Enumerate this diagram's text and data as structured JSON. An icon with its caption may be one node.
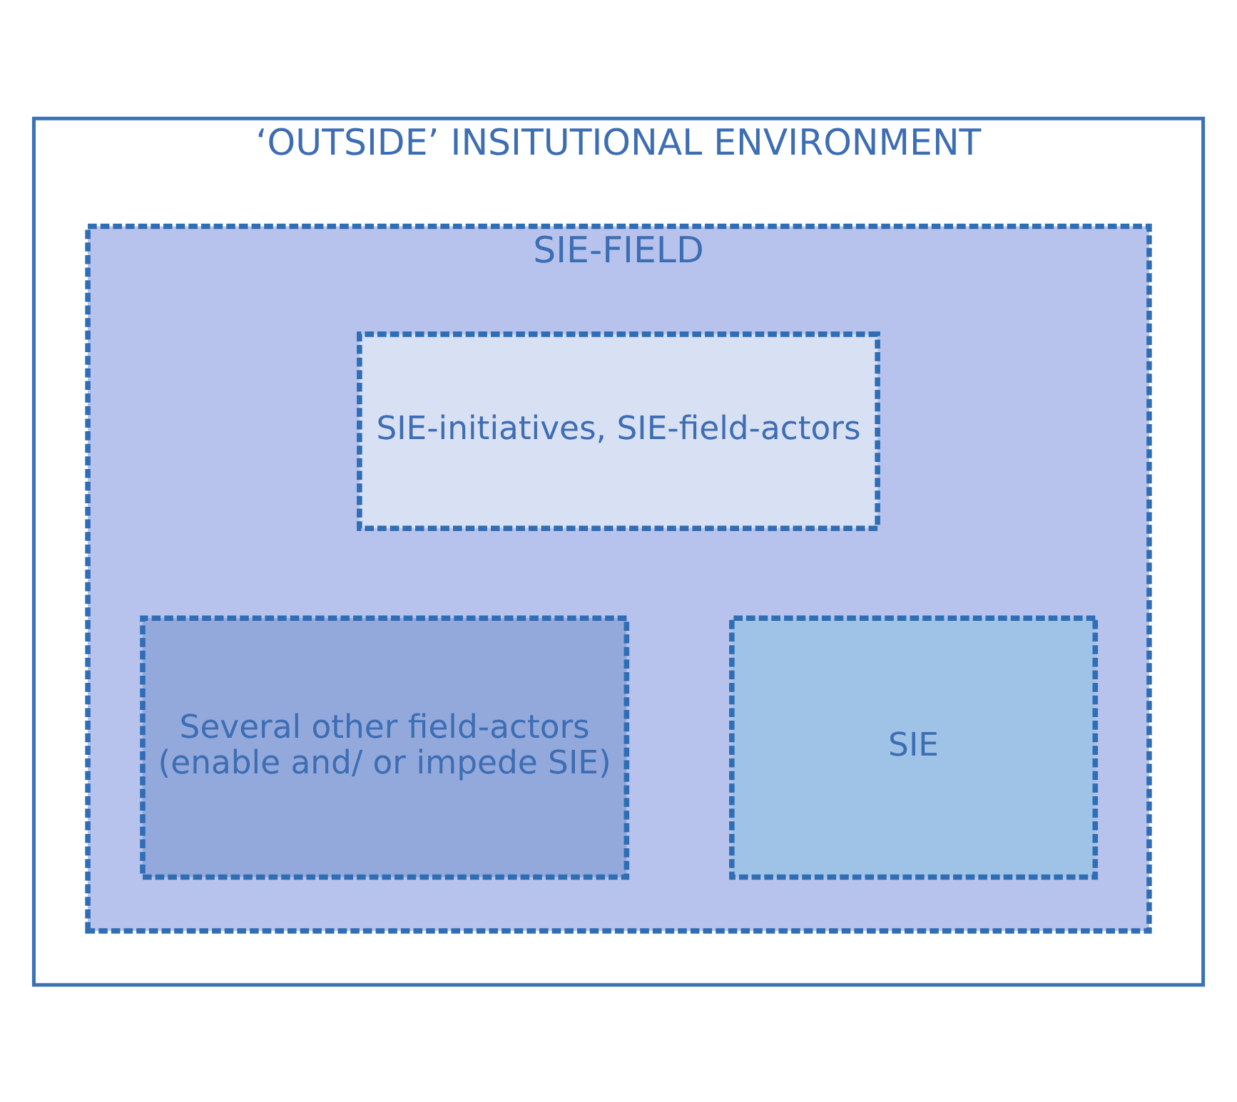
{
  "diagram": {
    "nodes": [
      {
        "text": [
          "‘OUTSIDE’ INSITUTIONAL ENVIRONMENT"
        ]
      },
      {
        "text": [
          "SIE-FIELD"
        ],
        "in": 0
      },
      {
        "text": [
          "SIE-initiatives, SIE-field-actors"
        ],
        "in": 1
      },
      {
        "text": [
          "Several other field-actors",
          "(enable and/ or impede SIE)"
        ],
        "in": 1
      },
      {
        "text": [
          "SIE"
        ],
        "in": 1
      }
    ],
    "edges": []
  }
}
